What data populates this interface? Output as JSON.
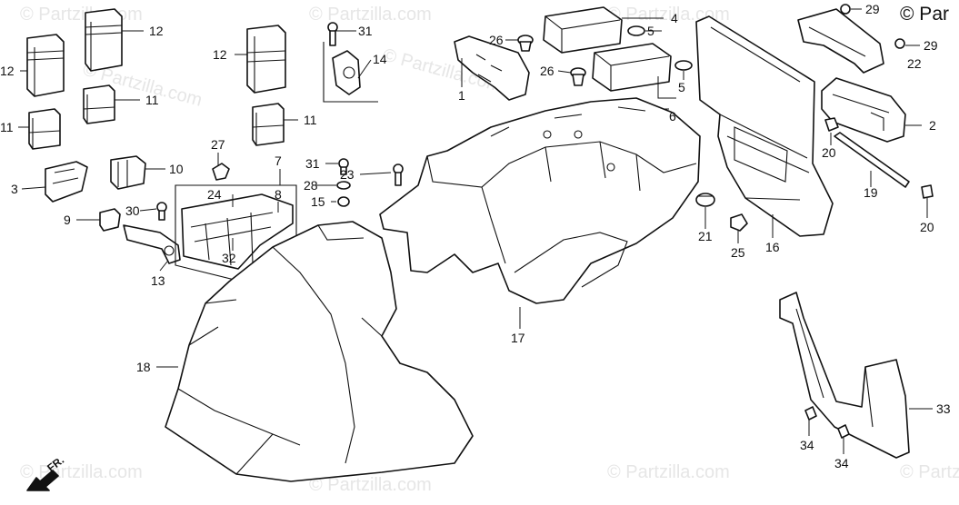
{
  "watermark": "© Partzilla.com",
  "copyright": "© Par",
  "direction_label": "FR.",
  "part_numbers": {
    "p1": "1",
    "p2": "2",
    "p3": "3",
    "p4": "4",
    "p5a": "5",
    "p5b": "5",
    "p6": "6",
    "p7": "7",
    "p8": "8",
    "p9": "9",
    "p10": "10",
    "p11a": "11",
    "p11b": "11",
    "p11c": "11",
    "p12a": "12",
    "p12b": "12",
    "p12c": "12",
    "p13": "13",
    "p14": "14",
    "p15": "15",
    "p16": "16",
    "p17": "17",
    "p18": "18",
    "p19": "19",
    "p20a": "20",
    "p20b": "20",
    "p21": "21",
    "p22": "22",
    "p23": "23",
    "p24": "24",
    "p25": "25",
    "p26a": "26",
    "p26b": "26",
    "p27": "27",
    "p28": "28",
    "p29a": "29",
    "p29b": "29",
    "p30": "30",
    "p31a": "31",
    "p31b": "31",
    "p32": "32",
    "p33": "33",
    "p34a": "34",
    "p34b": "34"
  }
}
